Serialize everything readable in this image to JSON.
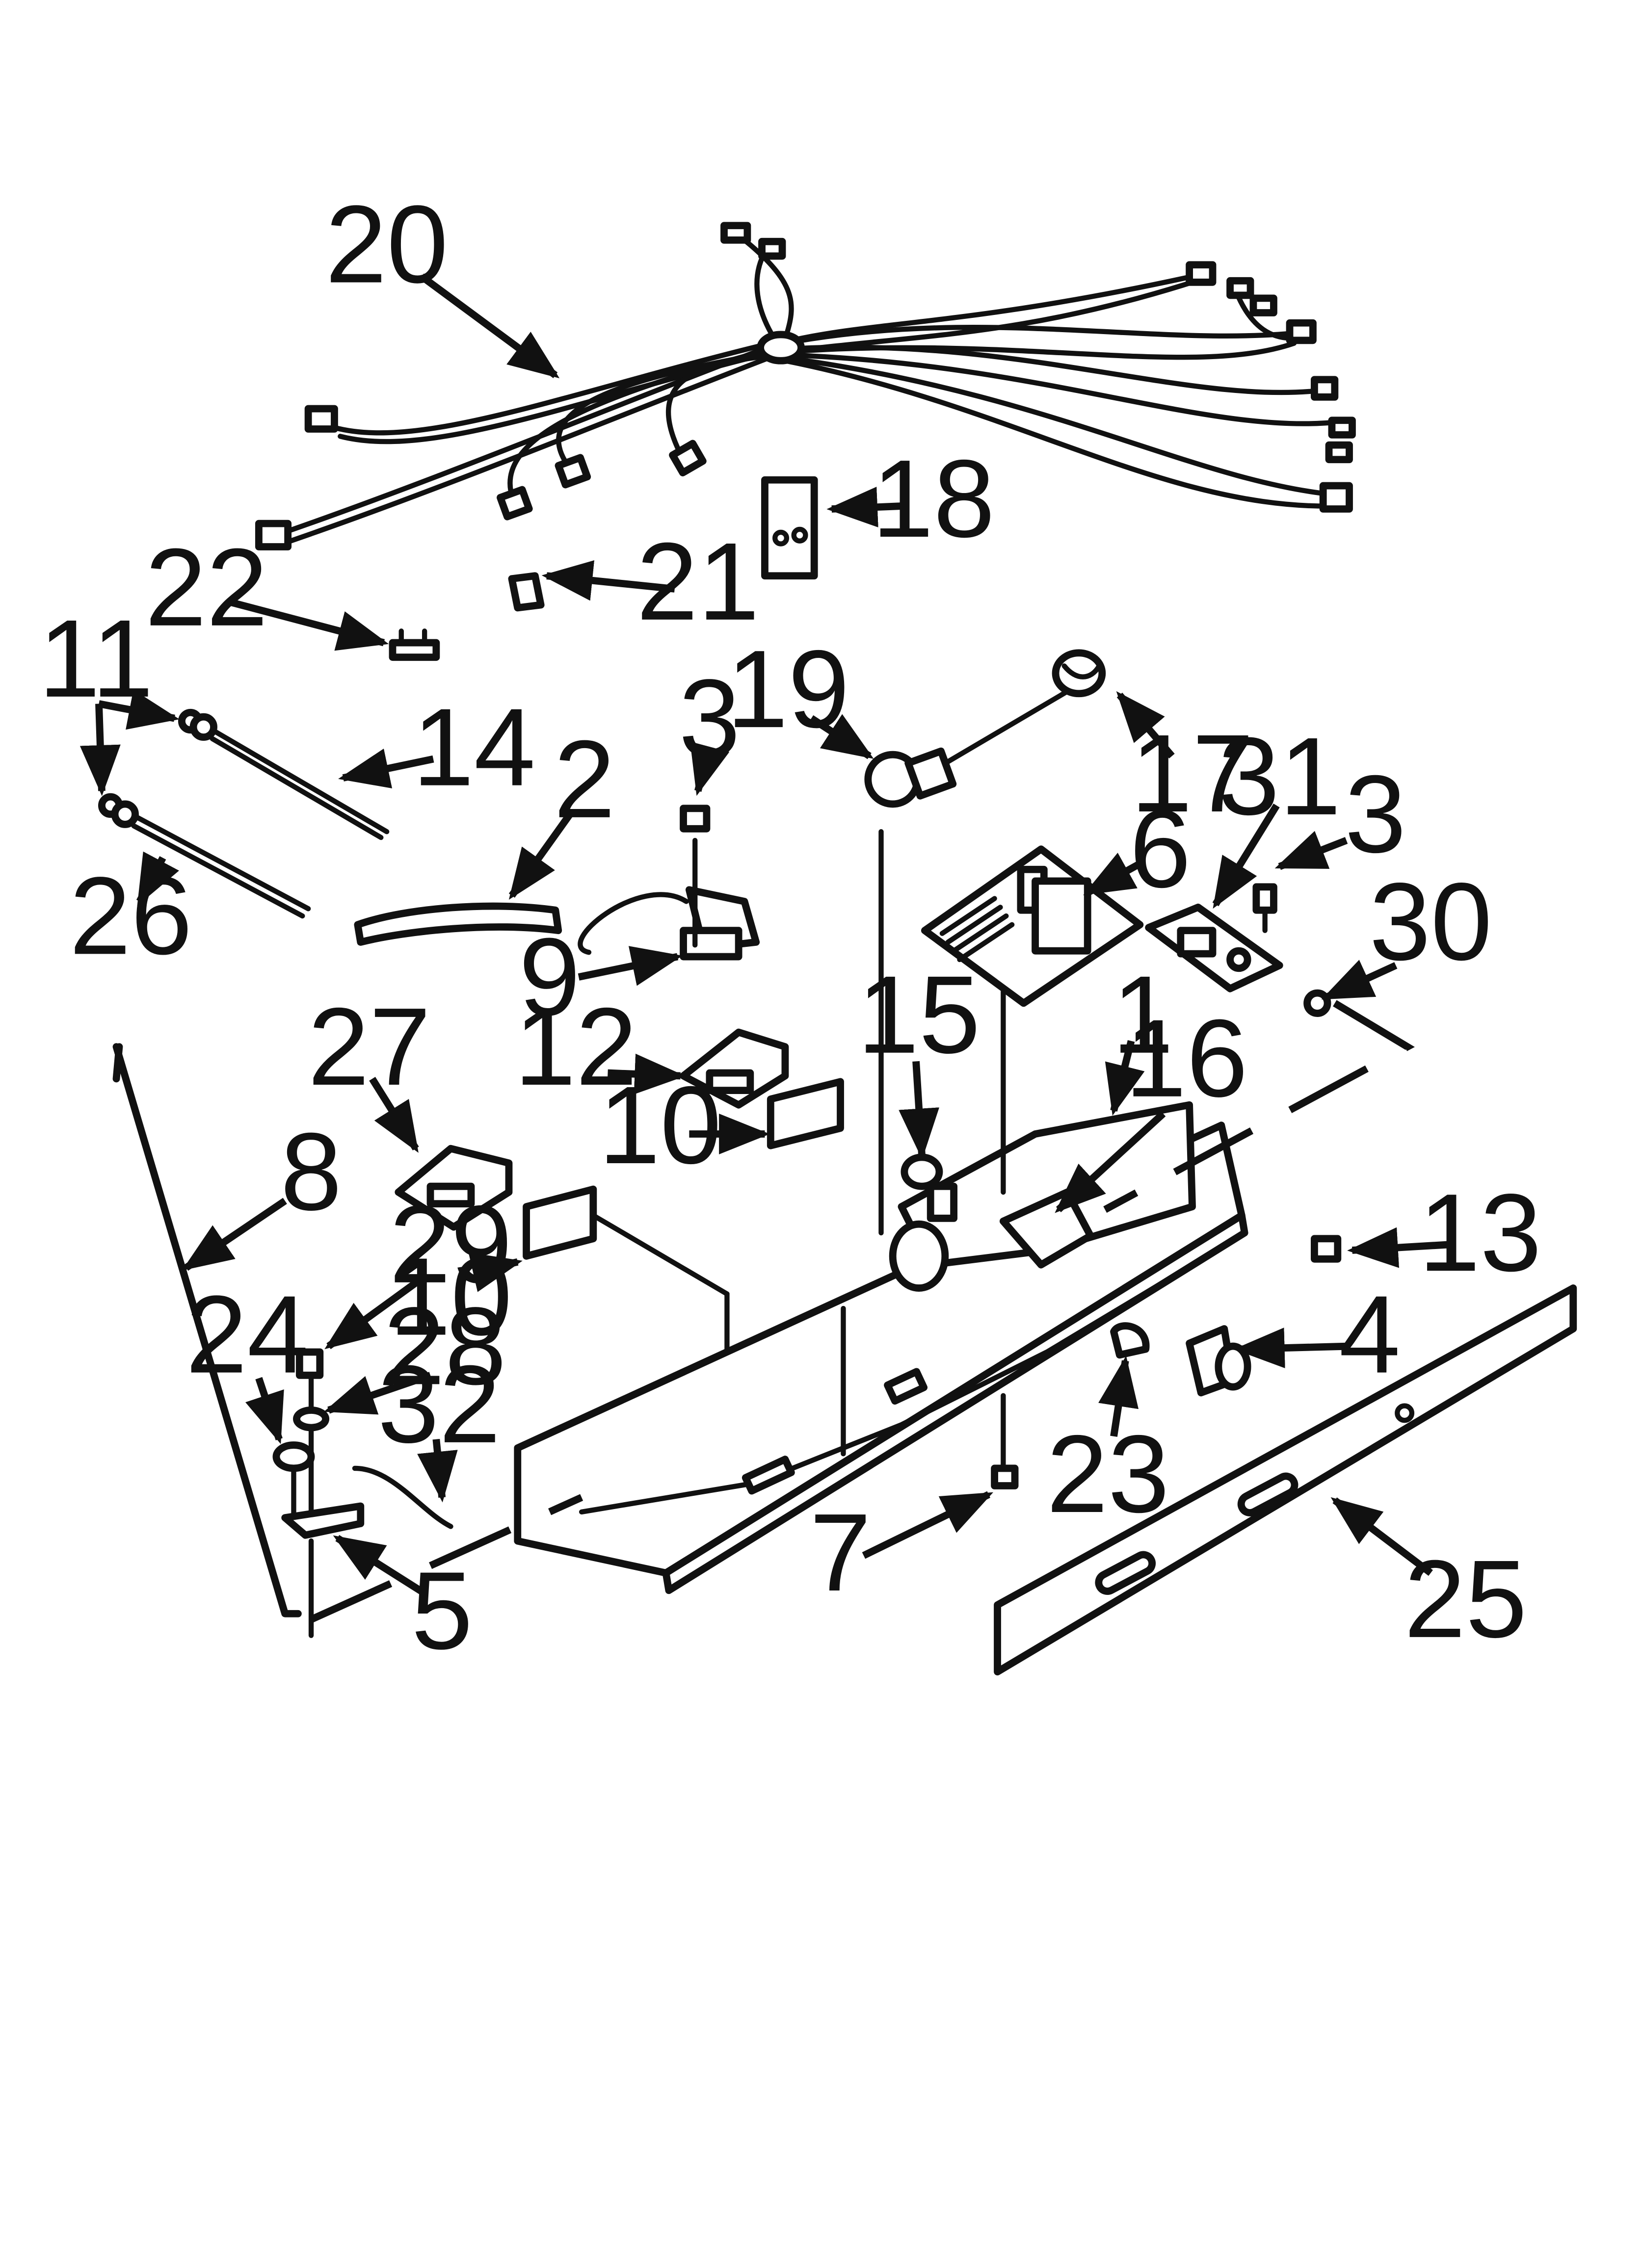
{
  "callouts": {
    "c1": "1",
    "c2": "2",
    "c3a": "3",
    "c3b": "3",
    "c4": "4",
    "c5": "5",
    "c6": "6",
    "c7": "7",
    "c8": "8",
    "c9": "9",
    "c10a": "10",
    "c10b": "10",
    "c11": "11",
    "c12": "12",
    "c13": "13",
    "c14": "14",
    "c15": "15",
    "c16": "16",
    "c17": "17",
    "c18": "18",
    "c19": "19",
    "c20": "20",
    "c21": "21",
    "c22": "22",
    "c23": "23",
    "c24": "24",
    "c25": "25",
    "c26": "26",
    "c27": "27",
    "c28": "28",
    "c29": "29",
    "c30": "30",
    "c31": "31",
    "c32": "32"
  }
}
